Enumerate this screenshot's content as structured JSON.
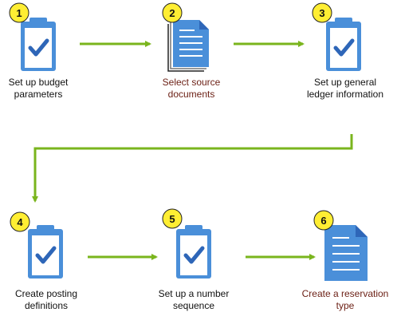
{
  "colors": {
    "icon_blue": "#4a8fd9",
    "icon_light": "#ffffff",
    "check": "#2e66b8",
    "badge_fill": "#ffee33",
    "badge_stroke": "#222222",
    "arrow": "#7ab51d",
    "label_dark": "#111111",
    "label_link": "#6b1f14"
  },
  "steps": [
    {
      "number": "1",
      "label": "Set up budget\nparameters",
      "icon": "clipboard-check-icon"
    },
    {
      "number": "2",
      "label": "Select source\ndocuments",
      "icon": "documents-stack-icon"
    },
    {
      "number": "3",
      "label": "Set up general\nledger information",
      "icon": "clipboard-check-icon"
    },
    {
      "number": "4",
      "label": "Create posting\ndefinitions",
      "icon": "clipboard-check-icon"
    },
    {
      "number": "5",
      "label": "Set up a number\nsequence",
      "icon": "clipboard-check-icon"
    },
    {
      "number": "6",
      "label": "Create a reservation\ntype",
      "icon": "document-icon"
    }
  ]
}
